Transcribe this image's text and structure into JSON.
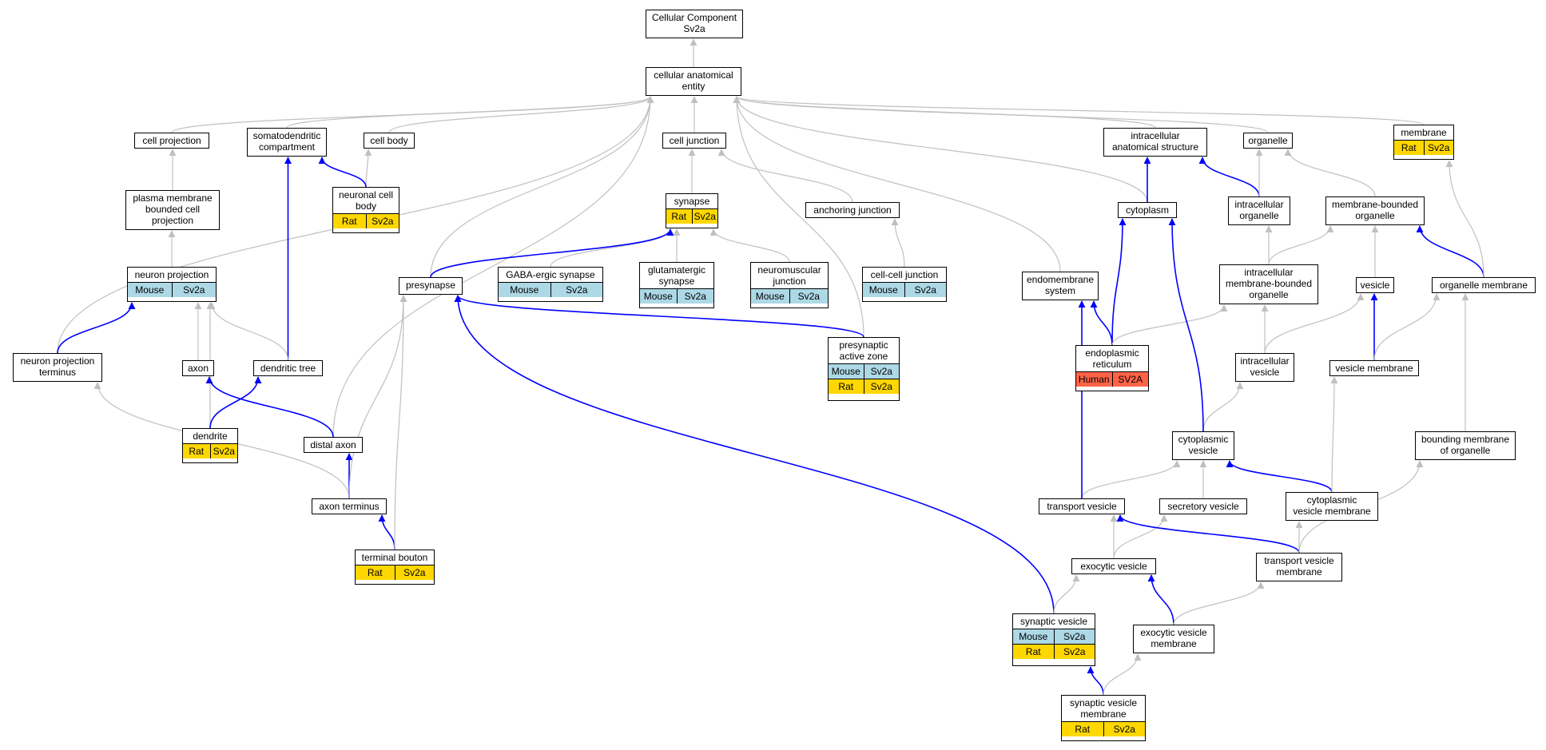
{
  "colors": {
    "mouse": "#add8e6",
    "rat": "#ffd700",
    "human": "#ff6347",
    "gray_edge": "#c0c0c0",
    "blue_edge": "#0000ff"
  },
  "nodes": {
    "root": {
      "label": "Cellular Component\nSv2a"
    },
    "cae": {
      "label": "cellular anatomical\nentity"
    },
    "cellproj": {
      "label": "cell projection"
    },
    "somato": {
      "label": "somatodendritic\ncompartment"
    },
    "cellbody": {
      "label": "cell body"
    },
    "celljunction": {
      "label": "cell junction"
    },
    "intracell": {
      "label": "intracellular\nanatomical structure"
    },
    "organelle": {
      "label": "organelle"
    },
    "membrane": {
      "label": "membrane",
      "rows": [
        {
          "org": "Rat",
          "gene": "Sv2a"
        }
      ]
    },
    "pmbcp": {
      "label": "plasma membrane\nbounded cell\nprojection"
    },
    "neuronalcellbody": {
      "label": "neuronal cell\nbody",
      "rows": [
        {
          "org": "Rat",
          "gene": "Sv2a"
        }
      ]
    },
    "synapse": {
      "label": "synapse",
      "rows": [
        {
          "org": "Rat",
          "gene": "Sv2a"
        }
      ]
    },
    "anchoring": {
      "label": "anchoring junction"
    },
    "cytoplasm": {
      "label": "cytoplasm"
    },
    "intraorg": {
      "label": "intracellular\norganelle"
    },
    "mbo": {
      "label": "membrane-bounded\norganelle"
    },
    "neuronproj": {
      "label": "neuron projection",
      "rows": [
        {
          "org": "Mouse",
          "gene": "Sv2a"
        }
      ]
    },
    "presynapse": {
      "label": "presynapse"
    },
    "gaba": {
      "label": "GABA-ergic synapse",
      "rows": [
        {
          "org": "Mouse",
          "gene": "Sv2a"
        }
      ]
    },
    "glut": {
      "label": "glutamatergic\nsynapse",
      "rows": [
        {
          "org": "Mouse",
          "gene": "Sv2a"
        }
      ]
    },
    "nmj": {
      "label": "neuromuscular\njunction",
      "rows": [
        {
          "org": "Mouse",
          "gene": "Sv2a"
        }
      ]
    },
    "cellcell": {
      "label": "cell-cell junction",
      "rows": [
        {
          "org": "Mouse",
          "gene": "Sv2a"
        }
      ]
    },
    "endomem": {
      "label": "endomembrane\nsystem"
    },
    "imbo": {
      "label": "intracellular\nmembrane-bounded\norganelle"
    },
    "vesicle": {
      "label": "vesicle"
    },
    "orgmem": {
      "label": "organelle membrane"
    },
    "npt": {
      "label": "neuron projection\nterminus"
    },
    "axon": {
      "label": "axon"
    },
    "dendtree": {
      "label": "dendritic tree"
    },
    "paz": {
      "label": "presynaptic\nactive zone",
      "rows": [
        {
          "org": "Mouse",
          "gene": "Sv2a"
        },
        {
          "org": "Rat",
          "gene": "Sv2a"
        }
      ]
    },
    "er": {
      "label": "endoplasmic\nreticulum",
      "rows": [
        {
          "org": "Human",
          "gene": "SV2A"
        }
      ]
    },
    "intraves": {
      "label": "intracellular\nvesicle"
    },
    "vesmem": {
      "label": "vesicle membrane"
    },
    "dendrite": {
      "label": "dendrite",
      "rows": [
        {
          "org": "Rat",
          "gene": "Sv2a"
        }
      ]
    },
    "distalaxon": {
      "label": "distal axon"
    },
    "cytoves": {
      "label": "cytoplasmic\nvesicle"
    },
    "bmo": {
      "label": "bounding membrane\nof organelle"
    },
    "axonterm": {
      "label": "axon terminus"
    },
    "transves": {
      "label": "transport vesicle"
    },
    "secves": {
      "label": "secretory vesicle"
    },
    "cytovesmem": {
      "label": "cytoplasmic\nvesicle membrane"
    },
    "termbouton": {
      "label": "terminal bouton",
      "rows": [
        {
          "org": "Rat",
          "gene": "Sv2a"
        }
      ]
    },
    "exoves": {
      "label": "exocytic vesicle"
    },
    "transvesmem": {
      "label": "transport vesicle\nmembrane"
    },
    "synves": {
      "label": "synaptic vesicle",
      "rows": [
        {
          "org": "Mouse",
          "gene": "Sv2a"
        },
        {
          "org": "Rat",
          "gene": "Sv2a"
        }
      ]
    },
    "exovesmem": {
      "label": "exocytic vesicle\nmembrane"
    },
    "synvesmem": {
      "label": "synaptic vesicle\nmembrane",
      "rows": [
        {
          "org": "Rat",
          "gene": "Sv2a"
        }
      ]
    }
  }
}
